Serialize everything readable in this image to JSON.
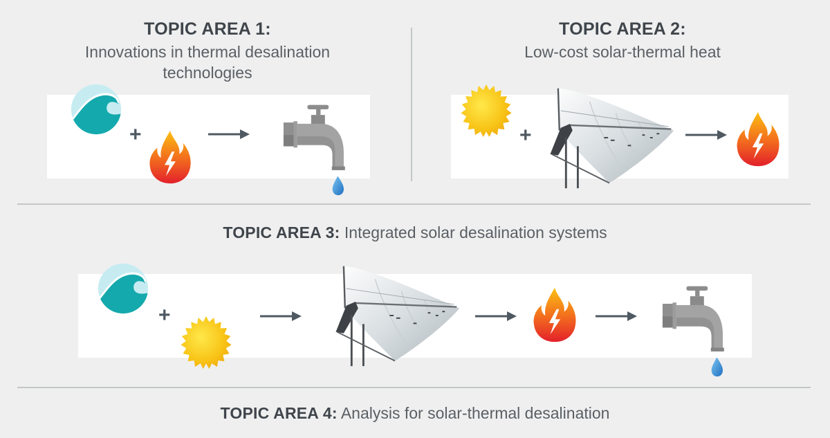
{
  "topics": [
    {
      "label": "TOPIC AREA 1:",
      "description_line1": "Innovations in thermal desalination",
      "description_line2": "technologies",
      "flow": [
        "ocean-wave-icon",
        "plus",
        "flame-bolt-icon",
        "arrow",
        "faucet-with-drop-icon"
      ]
    },
    {
      "label": "TOPIC AREA 2:",
      "description": "Low-cost solar-thermal heat",
      "flow": [
        "sun-icon",
        "plus",
        "parabolic-trough-collector-icon",
        "arrow",
        "flame-bolt-icon"
      ]
    },
    {
      "label": "TOPIC AREA 3:",
      "description": "Integrated solar desalination systems",
      "flow": [
        "ocean-wave-icon",
        "plus",
        "sun-icon",
        "arrow",
        "parabolic-trough-collector-icon",
        "arrow",
        "flame-bolt-icon",
        "arrow",
        "faucet-with-drop-icon"
      ]
    },
    {
      "label": "TOPIC AREA 4:",
      "description": "Analysis for solar-thermal desalination"
    }
  ],
  "symbols": {
    "plus": "+"
  },
  "colors": {
    "background": "#efefef",
    "panel": "#ffffff",
    "divider": "#c4c6c9",
    "heading": "#3f454b",
    "arrow": "#4f5962",
    "wave_light": "#c6ecf2",
    "wave_dark": "#14a9ad",
    "sun": "#f7c51a",
    "flame_top": "#f9b414",
    "flame_bottom": "#e5242a",
    "faucet": "#9a9a9a",
    "drop": "#3a8fd6"
  }
}
